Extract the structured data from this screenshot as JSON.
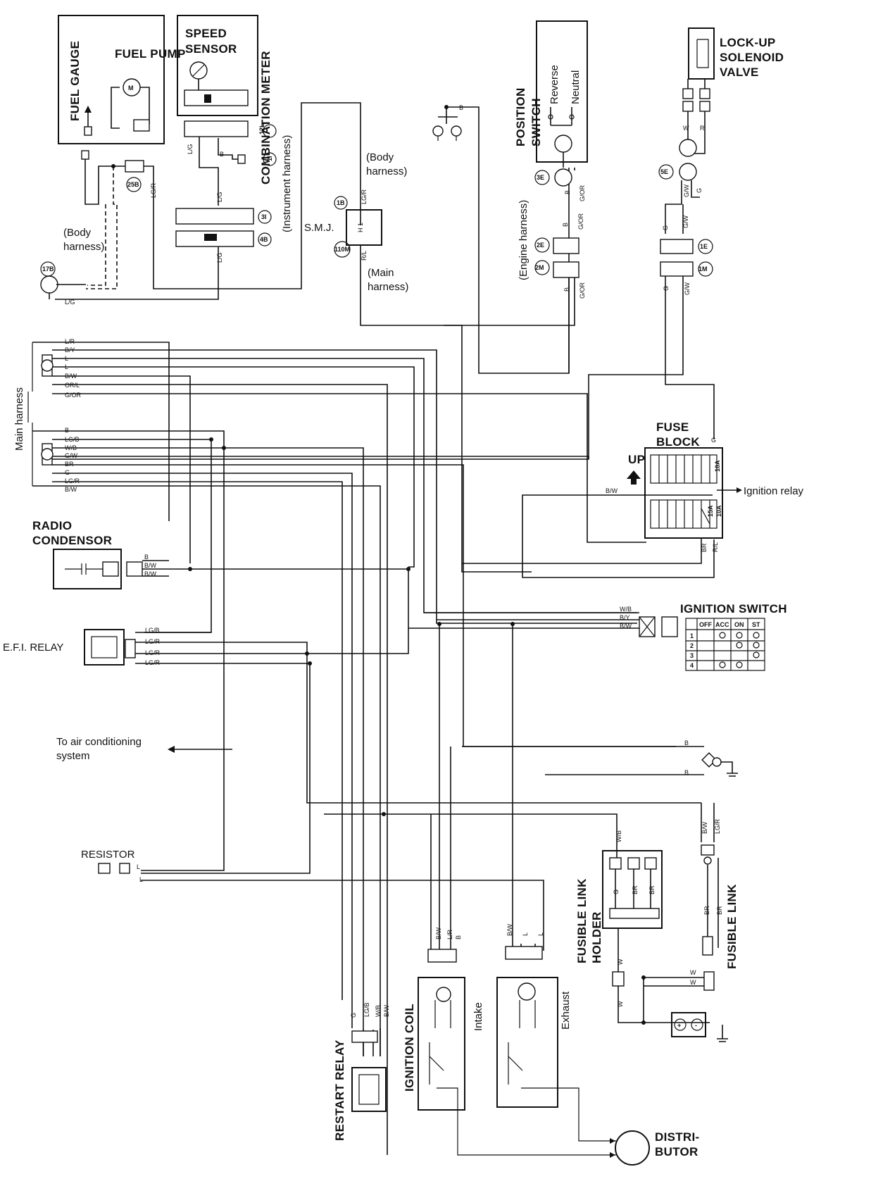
{
  "components": {
    "fuel_gauge": "FUEL GAUGE",
    "fuel_pump": "FUEL\nPUMP",
    "speed_sensor": "SPEED\nSENSOR",
    "combination_meter": "COMBINATION METER",
    "instrument_harness": "(Instrument harness)",
    "body_harness_top": "(Body\nharness)",
    "body_harness_left": "(Body\nharness)",
    "smj": "S.M.J.",
    "main_harness_mid": "(Main\nharness)",
    "position_switch": "POSITION\nSWITCH",
    "reverse": "Reverse",
    "neutral": "Neutral",
    "engine_harness": "(Engine harness)",
    "lockup_solenoid": "LOCK-UP\nSOLENOID\nVALVE",
    "main_harness_side": "Main harness",
    "fuse_block": "FUSE\nBLOCK",
    "up": "UP",
    "ignition_relay": "Ignition relay",
    "radio_condensor": "RADIO\nCONDENSOR",
    "efi_relay": "E.F.I. RELAY",
    "ignition_switch": "IGNITION SWITCH",
    "to_ac": "To air conditioning\nsystem",
    "resistor": "RESISTOR",
    "fusible_link_holder": "FUSIBLE LINK\nHOLDER",
    "fusible_link": "FUSIBLE LINK",
    "restart_relay": "RESTART RELAY",
    "ignition_coil": "IGNITION COIL",
    "intake": "Intake",
    "exhaust": "Exhaust",
    "distributor": "DISTRI-\nBUTOR"
  },
  "connector_codes": {
    "c25b": "25B",
    "c17b": "17B",
    "c3i": "3I",
    "c4b": "4B",
    "c12l": "12L",
    "c1i": "1I",
    "c1b": "1B",
    "c110m": "110M",
    "c3e": "3E",
    "c2e": "2E",
    "c2m": "2M",
    "c5e": "5E",
    "c1e": "1E",
    "c1m": "1M",
    "c1b_small": "1B",
    "smj_pin": "H 1"
  },
  "fuse_ratings": {
    "f10a_top": "10A",
    "f15a": "15A",
    "f10a_bottom": "10A"
  },
  "ignition_switch_table": {
    "headers": [
      "",
      "OFF",
      "ACC",
      "ON",
      "ST"
    ],
    "rows": [
      "1",
      "2",
      "3",
      "4"
    ]
  },
  "wire_colors": {
    "lg": "L/G",
    "b": "B",
    "lgr": "LG/R",
    "lr": "L/R",
    "by": "B/Y",
    "l": "L",
    "bw": "B/W",
    "orl": "OR/L",
    "gor": "G/OR",
    "lgb": "LG/B",
    "wb": "W/B",
    "gw": "G/W",
    "br": "BR",
    "g": "G",
    "rl": "R/L",
    "w": "W",
    "r": "R"
  }
}
